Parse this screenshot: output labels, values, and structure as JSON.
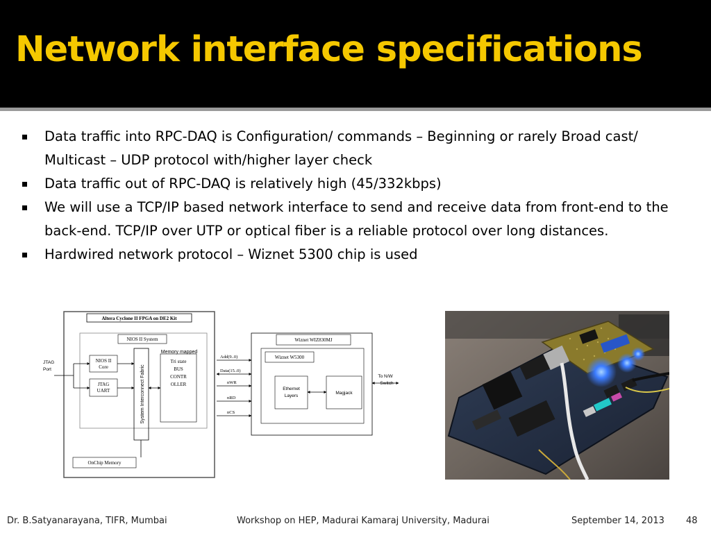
{
  "title": "Network interface specifications",
  "bullets": [
    "Data traffic into RPC-DAQ is Configuration/ commands – Beginning or rarely Broad cast/ Multicast – UDP protocol with/higher layer check",
    "Data traffic out of RPC-DAQ is relatively high (45/332kbps)",
    "We will use a TCP/IP based network interface to send and receive data from front-end to the back-end. TCP/IP over UTP or optical fiber is a reliable protocol over long distances.",
    "Hardwired network protocol – Wiznet 5300 chip is used"
  ],
  "diagram": {
    "kit_title": "Altera Cyclone II FPGA on DE2 Kit",
    "nios_system": "NIOS II System",
    "nios_core_1": "NIOS II",
    "nios_core_2": "Core",
    "jtag_uart_1": "JTAG",
    "jtag_uart_2": "UART",
    "fabric": "System Interconnect Fabric",
    "memory_mapped": "Memory mapped",
    "bus_1": "Tri state",
    "bus_2": "BUS",
    "bus_3": "CONTR",
    "bus_4": "OLLER",
    "onchip_memory": "OnChip Memory",
    "jtag_port_1": "JTAG",
    "jtag_port_2": "Port",
    "signal_add": "Add(9..0)",
    "signal_data": "Data(15..0)",
    "signal_nwr": "nWR",
    "signal_nrd": "nRD",
    "signal_ncs": "nCS",
    "wiznet_module": "Wiznet WIZ830MJ",
    "wiznet_chip": "Wiznet W5300",
    "ethernet_1": "Ethernet",
    "ethernet_2": "Layers",
    "magjack": "Magjack",
    "to_nw_1": "To N/W",
    "to_nw_2": "Switch"
  },
  "footer": {
    "author": "Dr. B.Satyanarayana, TIFR, Mumbai",
    "workshop": "Workshop on HEP, Madurai Kamaraj University, Madurai",
    "date": "September 14, 2013",
    "page": "48"
  }
}
